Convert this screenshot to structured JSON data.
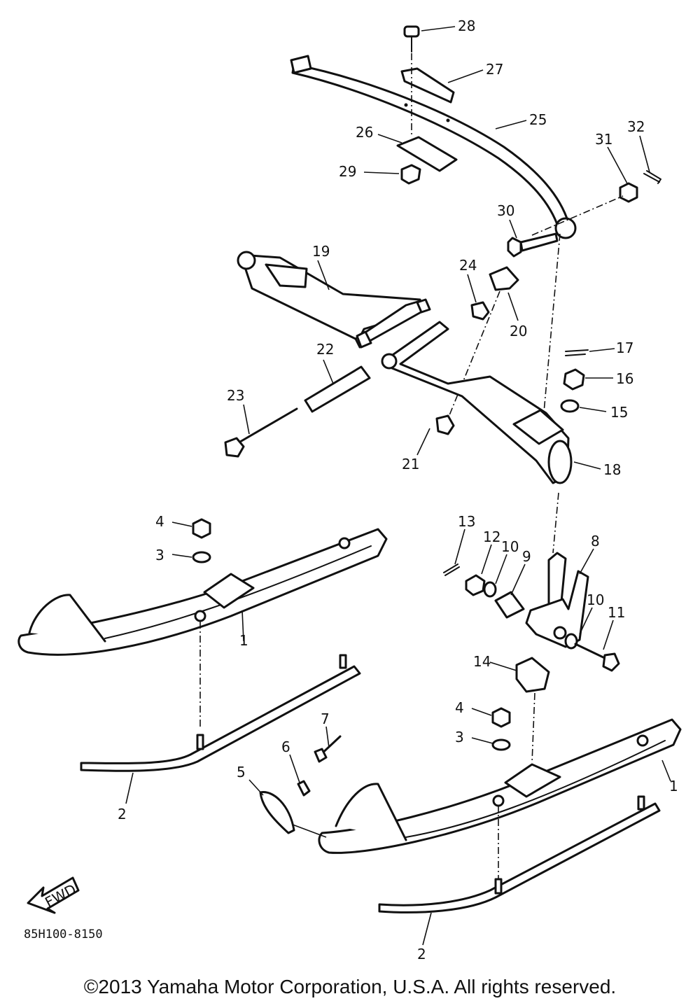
{
  "callouts": {
    "c28": "28",
    "c27": "27",
    "c25": "25",
    "c26": "26",
    "c29": "29",
    "c31": "31",
    "c32": "32",
    "c30": "30",
    "c19": "19",
    "c24": "24",
    "c20": "20",
    "c22": "22",
    "c17": "17",
    "c16": "16",
    "c23": "23",
    "c15": "15",
    "c21": "21",
    "c18": "18",
    "c4a": "4",
    "c3a": "3",
    "c13": "13",
    "c12": "12",
    "c10a": "10",
    "c9": "9",
    "c8": "8",
    "c1a": "1",
    "c10b": "10",
    "c11": "11",
    "c14": "14",
    "c4b": "4",
    "c7": "7",
    "c3b": "3",
    "c6": "6",
    "c5": "5",
    "c2a": "2",
    "c1b": "1",
    "c2b": "2"
  },
  "fwd_label": "FWD",
  "diagram_code": "85H100-8150",
  "copyright": "©2013 Yamaha Motor Corporation, U.S.A. All rights reserved."
}
